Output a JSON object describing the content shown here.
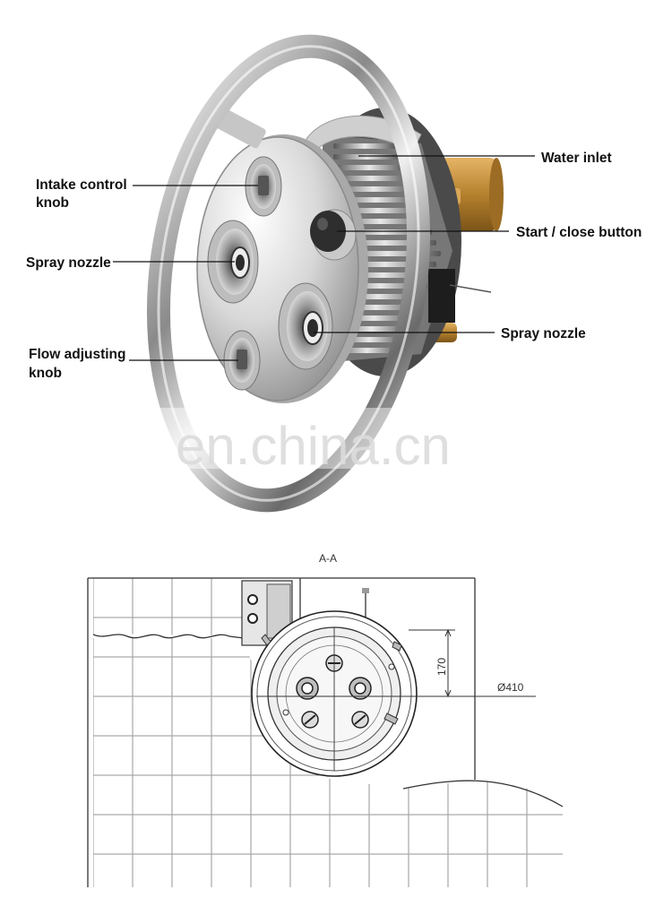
{
  "callouts": {
    "water_inlet": "Water inlet",
    "intake_control_knob_line1": "Intake control",
    "intake_control_knob_line2": "knob",
    "start_close_button": "Start / close button",
    "spray_nozzle_left": "Spray nozzle",
    "spray_nozzle_right": "Spray nozzle",
    "flow_adjusting_knob_line1": "Flow adjusting",
    "flow_adjusting_knob_line2": "knob"
  },
  "watermark": "en.china.cn",
  "drawing": {
    "section_label": "A-A",
    "height_dimension": "170",
    "diameter_dimension": "Ø410"
  },
  "colors": {
    "steel_light": "#f2f2f2",
    "steel_dark": "#6f6f6f",
    "brass": "#c8953f",
    "line": "#222222",
    "tile_line": "#9a9a9a"
  }
}
